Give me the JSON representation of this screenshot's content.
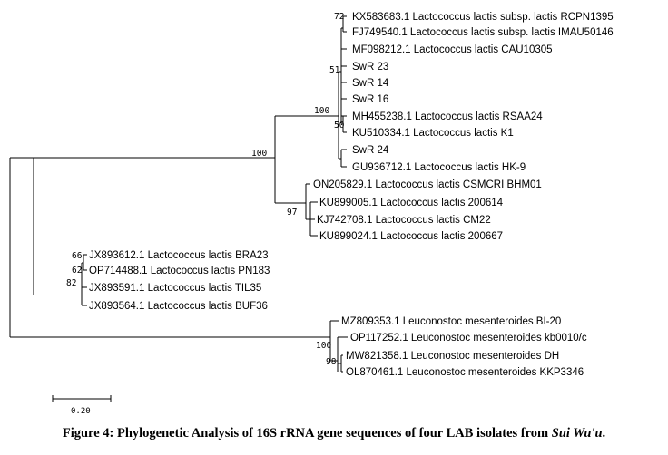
{
  "leaves": [
    {
      "label": "KX583683.1 Lactococcus lactis subsp. lactis RCPN1395"
    },
    {
      "label": "FJ749540.1 Lactococcus lactis subsp. lactis IMAU50146"
    },
    {
      "label": "MF098212.1 Lactococcus lactis CAU10305"
    },
    {
      "label": "SwR 23"
    },
    {
      "label": "SwR 14"
    },
    {
      "label": "SwR 16"
    },
    {
      "label": "MH455238.1 Lactococcus lactis RSAA24"
    },
    {
      "label": "KU510334.1 Lactococcus lactis K1"
    },
    {
      "label": "SwR 24"
    },
    {
      "label": "GU936712.1 Lactococcus lactis HK-9"
    },
    {
      "label": "ON205829.1 Lactococcus lactis CSMCRI BHM01"
    },
    {
      "label": "KU899005.1 Lactococcus lactis 200614"
    },
    {
      "label": "KJ742708.1 Lactococcus lactis CM22"
    },
    {
      "label": "KU899024.1 Lactococcus lactis 200667"
    },
    {
      "label": "JX893612.1 Lactococcus lactis BRA23"
    },
    {
      "label": "OP714488.1 Lactococcus lactis PN183"
    },
    {
      "label": "JX893591.1 Lactococcus lactis TIL35"
    },
    {
      "label": "JX893564.1 Lactococcus lactis BUF36"
    },
    {
      "label": "MZ809353.1 Leuconostoc mesenteroides BI-20"
    },
    {
      "label": "OP117252.1 Leuconostoc mesenteroides kb0010/c"
    },
    {
      "label": "MW821358.1 Leuconostoc mesenteroides DH"
    },
    {
      "label": "OL870461.1 Leuconostoc mesenteroides KKP3346"
    }
  ],
  "bootstrap_values": [
    "72",
    "51",
    "100",
    "50",
    "100",
    "97",
    "66",
    "62",
    "82",
    "100",
    "98"
  ],
  "scale_bar": {
    "label": "0.20"
  },
  "caption": {
    "prefix": "Figure 4: Phylogenetic Analysis of 16S rRNA gene sequences of four LAB isolates from ",
    "organism": "Sui Wu'u",
    "suffix": "."
  }
}
